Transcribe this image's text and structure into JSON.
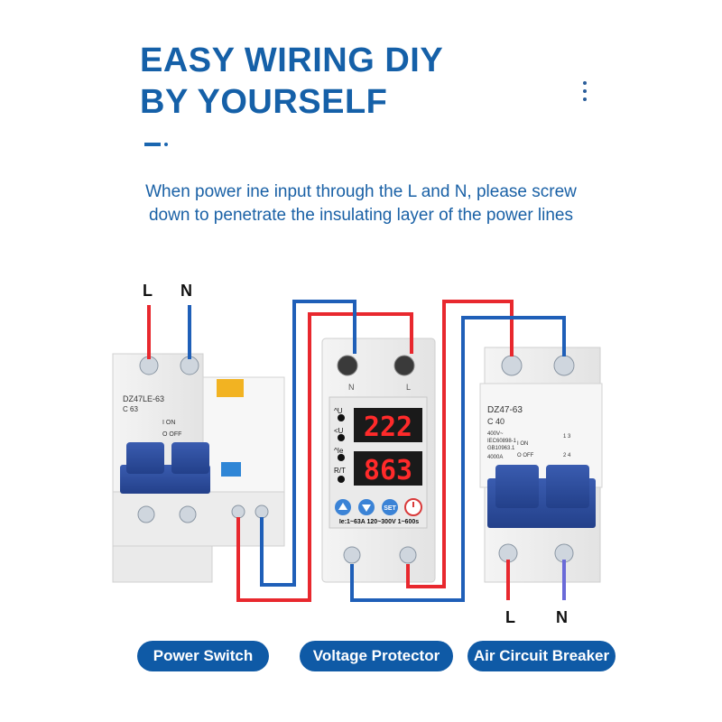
{
  "title": {
    "line1": "EASY WIRING DIY",
    "line2": "BY YOURSELF"
  },
  "description": {
    "line1": "When power ine input through the L and N, please screw",
    "line2": "down to penetrate the insulating layer of the power lines"
  },
  "wire_labels": {
    "top_left_L": "L",
    "top_left_N": "N",
    "bottom_right_L": "L",
    "bottom_right_N": "N"
  },
  "power_switch": {
    "model": "DZ47LE-63",
    "rating": "C 63",
    "on_label": "I ON",
    "off_label": "O OFF"
  },
  "voltage_protector": {
    "top_N": "N",
    "top_L": "L",
    "display_top": "222",
    "display_bottom": "863",
    "side_labels": [
      "^U",
      "<U",
      "^Ie",
      "R/T"
    ],
    "set_label": "SET",
    "spec": "Ie:1~63A 120~300V 1~600s"
  },
  "air_breaker": {
    "model": "DZ47-63",
    "rating": "C 40",
    "voltage": "400V~",
    "std1": "IEC60898-1",
    "std2": "GB10963.1",
    "capacity": "4000A",
    "on_label": "I ON",
    "off_label": "O OFF",
    "terminals_top": "1 3",
    "terminals_bottom": "2 4"
  },
  "buttons": {
    "power_switch": "Power Switch",
    "voltage_protector": "Voltage Protector",
    "air_circuit_breaker": "Air Circuit Breaker"
  },
  "colors": {
    "title_blue": "#1560a8",
    "wire_red": "#e8282e",
    "wire_blue": "#1f5fb8",
    "switch_blue": "#2a4a9c",
    "pill_blue": "#0f5aa6",
    "lcd_red": "#ff2a2a"
  },
  "icons": [
    "screw-icon",
    "up-arrow-icon",
    "down-arrow-icon",
    "power-icon",
    "more-vertical-icon"
  ]
}
